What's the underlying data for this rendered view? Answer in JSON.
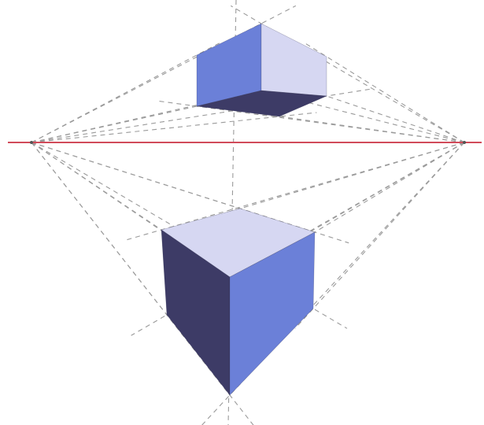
{
  "figure": {
    "description_visible_text": "",
    "colors": {
      "background": "#ffffff",
      "horizon_line": "#d14b5a",
      "guide_lines": "#9a9a9a",
      "face_light": "#d6d7f2",
      "face_blue": "#6b80d8",
      "face_dark": "#3d3b66",
      "edge": "#2a2a4a"
    },
    "elements": {
      "horizon": "horizon-line",
      "vanishing_points": [
        "left-vanishing-point",
        "right-vanishing-point"
      ],
      "objects": [
        "upper-cube",
        "lower-cube"
      ]
    }
  }
}
